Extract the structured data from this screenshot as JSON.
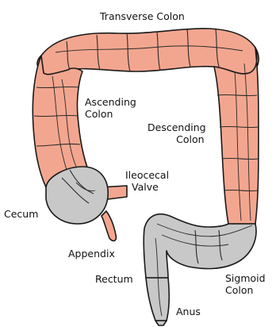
{
  "colors": {
    "large_intestine": "#f3a68f",
    "lower_section": "#c8c8c8",
    "outline": "#1a1a1a",
    "background": "#ffffff"
  },
  "labels": {
    "transverse_colon": "Transverse Colon",
    "ascending_colon": [
      "Ascending",
      "Colon"
    ],
    "descending_colon": [
      "Descending",
      "Colon"
    ],
    "ileocecal_valve": [
      "Ileocecal",
      "Valve"
    ],
    "cecum": "Cecum",
    "appendix": "Appendix",
    "rectum": "Rectum",
    "sigmoid_colon": [
      "Sigmoid",
      "Colon"
    ],
    "anus": "Anus"
  }
}
